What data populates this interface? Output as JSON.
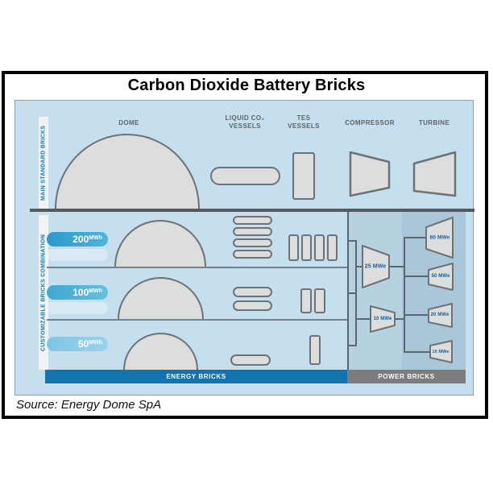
{
  "title": "Carbon Dioxide Battery Bricks",
  "source": "Source: Energy Dome SpA",
  "side_labels": {
    "main": "MAIN STANDARD BRICKS",
    "custom": "CUSTOMIZABLE BRICKS COMBINATION"
  },
  "columns": [
    {
      "id": "dome",
      "label": "DOME"
    },
    {
      "id": "liquid-co2-vessels",
      "line1": "LIQUID CO₂",
      "line2": "VESSELS"
    },
    {
      "id": "tes-vessels",
      "line1": "TES",
      "line2": "VESSELS"
    },
    {
      "id": "compressor",
      "label": "COMPRESSOR"
    },
    {
      "id": "turbine",
      "label": "TURBINE"
    }
  ],
  "rows": [
    {
      "capacity": "200",
      "unit": "MWh",
      "co2_vessel_count": 4,
      "tes_vessel_count": 4
    },
    {
      "capacity": "100",
      "unit": "MWh",
      "co2_vessel_count": 2,
      "tes_vessel_count": 2
    },
    {
      "capacity": "50",
      "unit": "MWh",
      "co2_vessel_count": 1,
      "tes_vessel_count": 1
    }
  ],
  "power": {
    "compressors": [
      {
        "label": "25 MWe"
      },
      {
        "label": "10 MWe"
      }
    ],
    "turbines": [
      {
        "label": "80 MWe"
      },
      {
        "label": "50 MWe"
      },
      {
        "label": "20 MWe"
      },
      {
        "label": "10 MWe"
      }
    ]
  },
  "footer_bars": {
    "energy": "ENERGY BRICKS",
    "power": "POWER BRICKS"
  },
  "colors": {
    "diagram_background": "#c5dfee",
    "power_compressor_background": "#b6d1e0",
    "power_turbine_background": "#a9c7d8",
    "shape_fill": "#dcdddd",
    "shape_stroke": "#6d7276",
    "energy_bar": "#1373ae",
    "power_bar": "#7c7c7c",
    "badge_200": "#2a9aca",
    "badge_100": "#3ea8d2",
    "badge_50": "#7cc5e2",
    "side_label_text": "#1279b8",
    "mwe_text": "#135fa9"
  }
}
